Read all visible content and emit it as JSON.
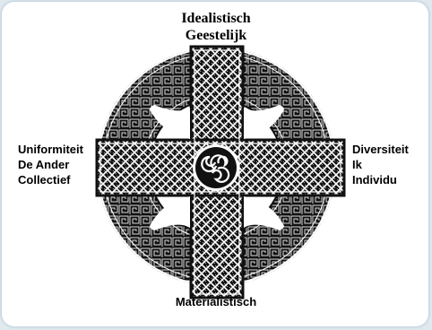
{
  "labels": {
    "top": [
      "Idealistisch",
      "Geestelijk"
    ],
    "left": [
      "Uniformiteit",
      "De Ander",
      "Collectief"
    ],
    "right": [
      "Diversiteit",
      "Ik",
      "Individu"
    ],
    "bottom": [
      "Materialistisch"
    ]
  },
  "colors": {
    "ink": "#111111",
    "paper": "#ffffff",
    "background": "#dfe9ef"
  },
  "icons": [
    "celtic-cross-icon",
    "triskele-icon",
    "knotwork-pattern",
    "greek-key-pattern"
  ]
}
